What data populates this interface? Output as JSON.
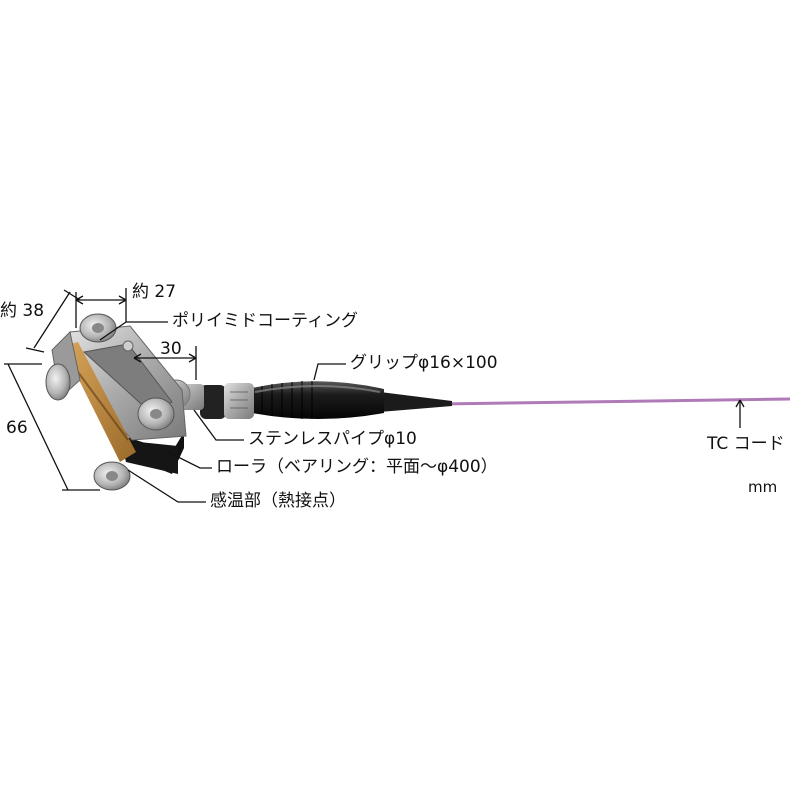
{
  "dimensions": {
    "width_label": "約 27",
    "depth_label": "約 38",
    "height_label": "66",
    "offset_label": "30"
  },
  "callouts": {
    "coating": "ポリイミドコーティング",
    "grip": "グリップφ16×100",
    "pipe": "ステンレスパイプφ10",
    "roller": "ローラ（ベアリング：平面～φ400）",
    "sensor": "感温部（熱接点）",
    "cord": "TC コード"
  },
  "unit": "mm",
  "colors": {
    "cord": "#b07ab8",
    "metal": "#b8b8b8",
    "grip": "#1a1a1a",
    "coating": "#c8913c"
  }
}
